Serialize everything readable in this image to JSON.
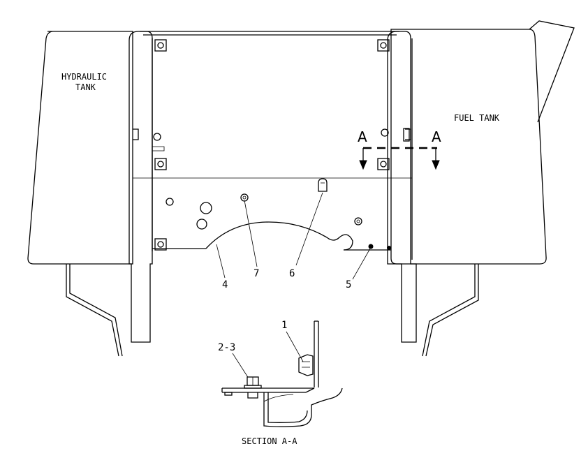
{
  "labels": {
    "hydraulic_tank_line1": "HYDRAULIC",
    "hydraulic_tank_line2": "TANK",
    "fuel_tank": "FUEL TANK",
    "section_marker_left": "A",
    "section_marker_right": "A",
    "section_title": "SECTION A-A"
  },
  "callouts": {
    "c1": "1",
    "c2_3": "2-3",
    "c4": "4",
    "c5": "5",
    "c6": "6",
    "c7": "7"
  },
  "colors": {
    "line": "#000000",
    "background": "#ffffff"
  }
}
